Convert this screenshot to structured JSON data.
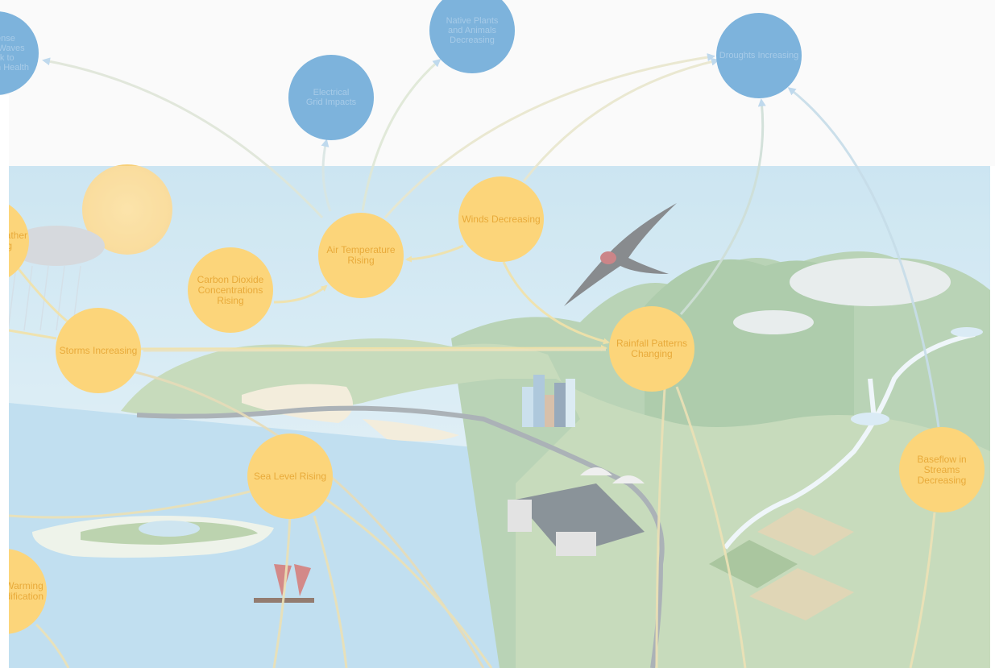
{
  "colors": {
    "impact_node": "#7db3dc",
    "driver_node": "#fcd57a",
    "arrow_yellow": "#f2e2a8",
    "arrow_blue": "#b9d6ec",
    "sky": "#cfe6f2",
    "ocean": "#a9d3ea",
    "land": "#a9c59a",
    "mountain": "#8fb98c"
  },
  "nodes": {
    "heat_waves": "Intense\nHeat Waves\nRisk to\nHuman Health",
    "electrical_grid": "Electrical\nGrid Impacts",
    "native_plants": "Native Plants\nand Animals\nDecreasing",
    "droughts": "Droughts Increasing",
    "extreme_weather": "Extreme Weather\nIncreasing",
    "carbon_dioxide": "Carbon Dioxide\nConcentrations\nRising",
    "air_temperature": "Air Temperature\nRising",
    "winds": "Winds Decreasing",
    "storms": "Storms Increasing",
    "rainfall": "Rainfall Patterns\nChanging",
    "sea_level": "Sea Level Rising",
    "baseflow": "Baseflow in\nStreams Decreasing",
    "ocean_warming": "Ocean Warming\nand Acidification"
  }
}
